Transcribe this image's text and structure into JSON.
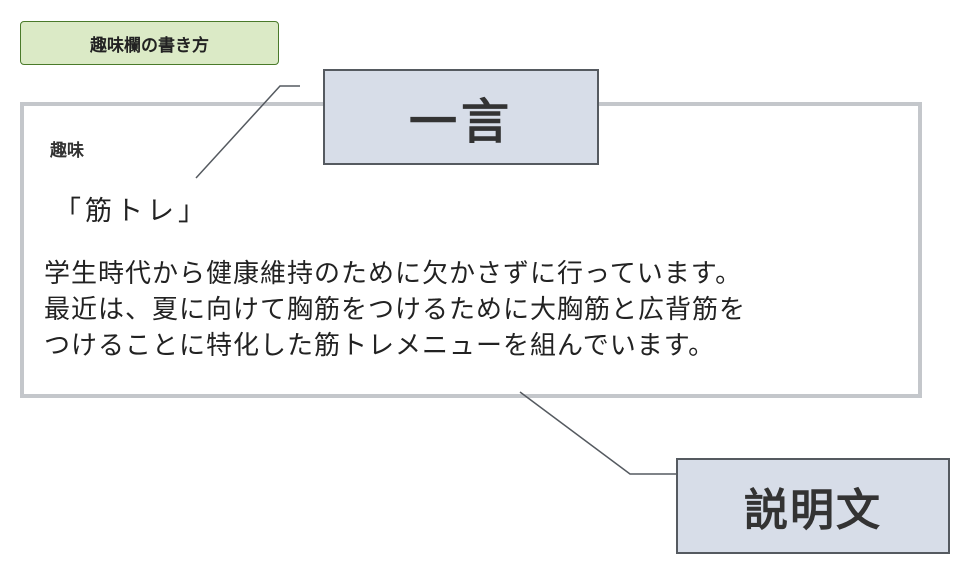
{
  "header": {
    "title": "趣味欄の書き方"
  },
  "example": {
    "label": "趣味",
    "hobby": "「筋トレ」",
    "description_lines": [
      "学生時代から健康維持のために欠かさずに行っています。",
      "最近は、夏に向けて胸筋をつけるために大胸筋と広背筋を",
      "つけることに特化した筋トレメニューを組んでいます。"
    ]
  },
  "callouts": {
    "hitokoto": "一言",
    "setsumei": "説明文"
  },
  "colors": {
    "title_tag_bg": "#dbeac6",
    "title_tag_border": "#4a7a2a",
    "box_border": "#c4c7cb",
    "callout_bg": "#d7dde8",
    "callout_border": "#555a60"
  }
}
